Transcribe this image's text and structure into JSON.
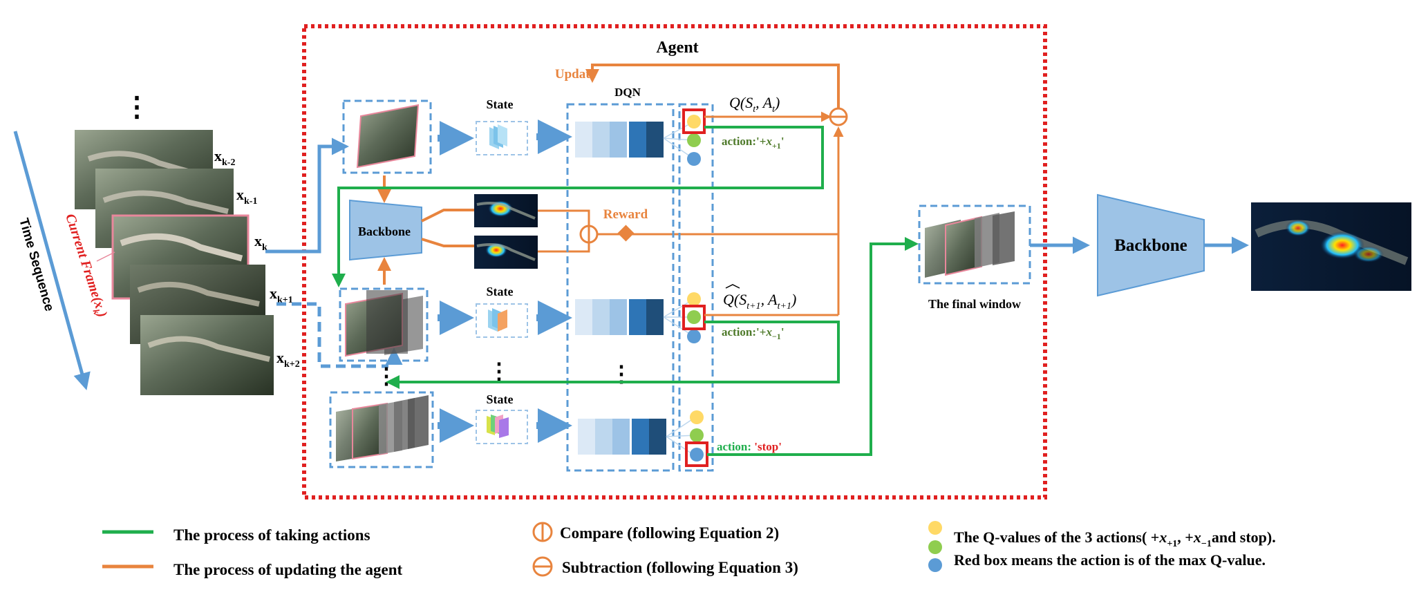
{
  "agent": {
    "title": "Agent",
    "update_label": "Update",
    "dqn_label": "DQN",
    "reward_label": "Reward"
  },
  "frames": {
    "labels": [
      {
        "base": "x",
        "sub": "k-2"
      },
      {
        "base": "x",
        "sub": "k-1"
      },
      {
        "base": "x",
        "sub": "k"
      },
      {
        "base": "x",
        "sub": "k+1"
      },
      {
        "base": "x",
        "sub": "k+2"
      }
    ],
    "current_frame_label": "Current Frame(x",
    "current_frame_sub": "k",
    "current_frame_close": ")",
    "time_label": "Time Sequence"
  },
  "states": [
    "State",
    "State",
    "State"
  ],
  "backbone_small": "Backbone",
  "backbone_big": "Backbone",
  "final_window": "The final window",
  "q_labels": {
    "q1_main": "Q(S",
    "q1_sub": "t",
    "q1_mid": ", A",
    "q1_sub2": "t",
    "q1_end": ")",
    "q2_main": "Q(S",
    "q2_sub": "t+1",
    "q2_mid": ", A",
    "q2_sub2": "t+1",
    "q2_end": ")"
  },
  "actions": {
    "a1_prefix": "action:'+",
    "a1_var": "x",
    "a1_sub": "+1",
    "a1_suffix": "'",
    "a2_prefix": "action:'+",
    "a2_var": "x",
    "a2_sub": "−1",
    "a2_suffix": "'",
    "a3_prefix": "action: ",
    "a3_value": "'stop'"
  },
  "legend": {
    "green_line": "The process of taking actions",
    "orange_line": "The process of updating the agent",
    "compare": "Compare (following Equation 2)",
    "subtraction": "Subtraction (following Equation 3)",
    "q_values_prefix": "The Q-values of the 3 actions( +",
    "q_values_x1": "x",
    "q_values_x1_sub": "+1",
    "q_values_mid": ", +",
    "q_values_x2": "x",
    "q_values_x2_sub": "−1",
    "q_values_suffix": "and stop).",
    "red_box": "Red box means the action is of the max Q-value."
  },
  "colors": {
    "green": "#1fae4c",
    "orange": "#e8843e",
    "blue_arrow": "#5b9bd5",
    "red_dashed": "#e02020",
    "q_yellow": "#ffd966",
    "q_green": "#8fcd4f",
    "q_blue": "#5b9bd5",
    "action_text": "#4e7a2a"
  }
}
